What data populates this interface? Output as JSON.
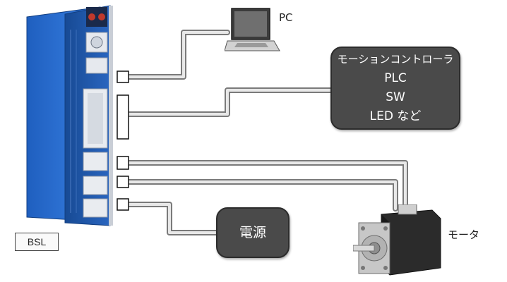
{
  "nodes": {
    "pc": {
      "label": "PC"
    },
    "controller": {
      "lines": [
        "モーションコントローラ",
        "PLC",
        "SW",
        "LED など"
      ]
    },
    "power": {
      "label": "電源"
    },
    "motor": {
      "label": "モータ"
    },
    "driver": {
      "label": "BSL"
    }
  }
}
